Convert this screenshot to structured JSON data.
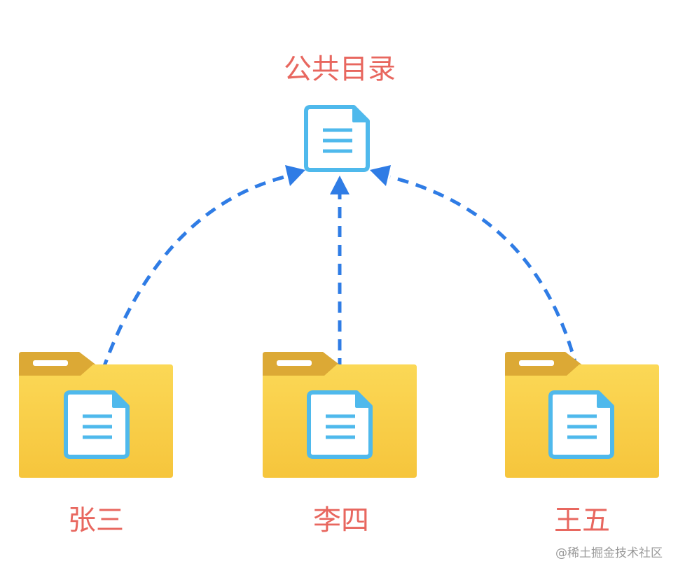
{
  "public_dir": {
    "label": "公共目录",
    "icon": "document-icon"
  },
  "users": [
    {
      "name": "张三",
      "icon": "folder-icon"
    },
    {
      "name": "李四",
      "icon": "folder-icon"
    },
    {
      "name": "王五",
      "icon": "folder-icon"
    }
  ],
  "colors": {
    "label": "#e8675f",
    "arrow": "#2f7ce5",
    "document": "#4fb9ec",
    "folder_front": "#f8cf47",
    "folder_back": "#dca935"
  },
  "watermark": "@稀土掘金技术社区"
}
